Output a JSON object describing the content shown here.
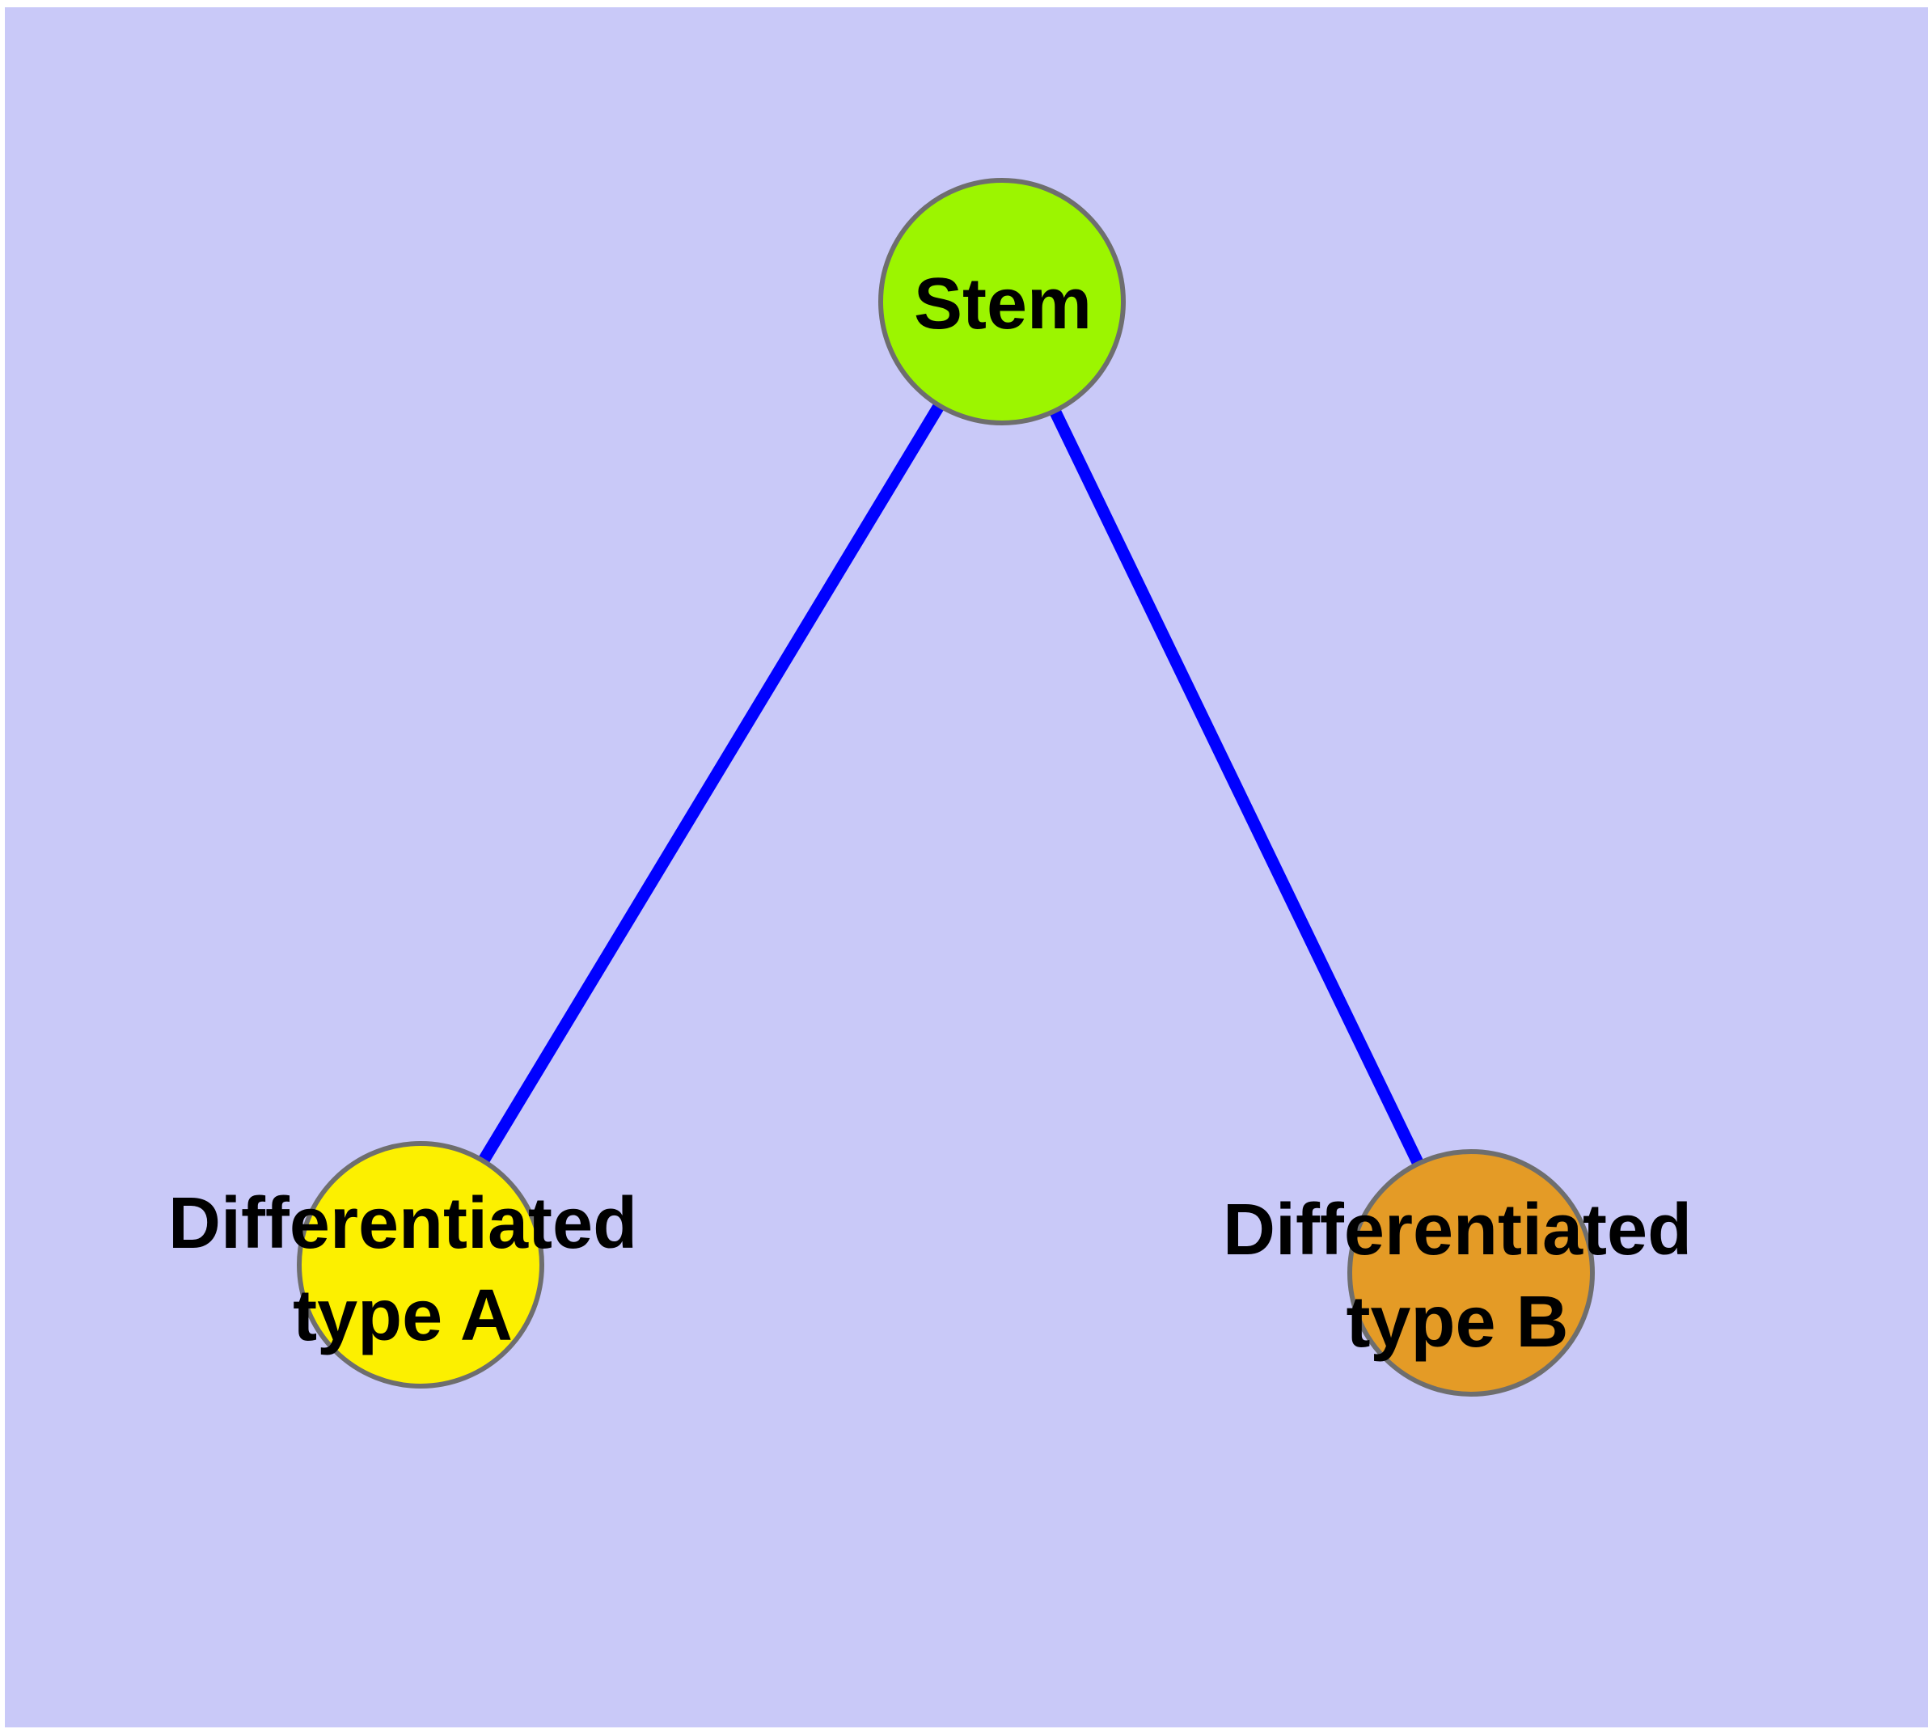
{
  "diagram": {
    "type": "graph",
    "colors": {
      "background": "#C9C9F8",
      "page_margin": "#FFFFFF",
      "edge": "#0000FF",
      "node_border": "#6E6E6E",
      "label_text": "#000000"
    },
    "nodes": [
      {
        "id": "stem",
        "label": "Stem",
        "color": "#9CF500"
      },
      {
        "id": "type-a",
        "label_line1": "Differentiated",
        "label_line2": "type A",
        "color": "#FCF000"
      },
      {
        "id": "type-b",
        "label_line1": "Differentiated",
        "label_line2": "type B",
        "color": "#E49B26"
      }
    ],
    "edges": [
      {
        "from": "Stem",
        "to": "Differentiated type A"
      },
      {
        "from": "Stem",
        "to": "Differentiated type B"
      }
    ]
  }
}
